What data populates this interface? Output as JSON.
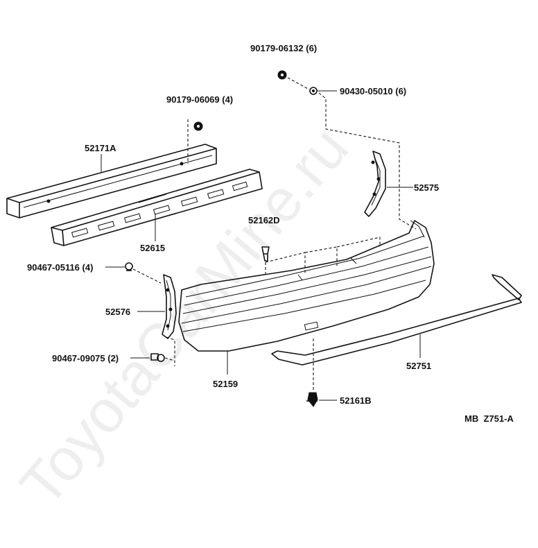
{
  "watermark": "ToyotaCarMine.ru",
  "diagram_code": "MB  Z751-A",
  "labels": {
    "p90179_06132": "90179-06132 (6)",
    "p90430_05010": "90430-05010 (6)",
    "p90179_06069": "90179-06069 (4)",
    "p52171A": "52171A",
    "p52575": "52575",
    "p52615": "52615",
    "p52162D": "52162D",
    "p90467_05116": "90467-05116 (4)",
    "p52576": "52576",
    "p90467_09075": "90467-09075 (2)",
    "p52159": "52159",
    "p52751": "52751",
    "p52161B": "52161B"
  }
}
